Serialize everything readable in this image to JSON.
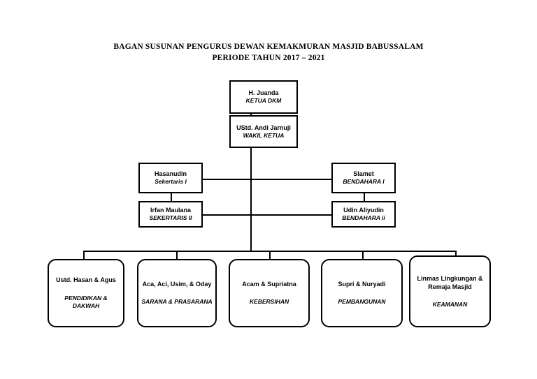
{
  "document": {
    "title_lines": [
      "BAGAN SUSUNAN PENGURUS DEWAN KEMAKMURAN MASJID BABUSSALAM",
      "PERIODE TAHUN 2017 – 2021"
    ]
  },
  "chart": {
    "type": "org-chart",
    "nodes": {
      "ketua": {
        "name": "H. Juanda",
        "role": "KETUA DKM"
      },
      "wakil_ketua": {
        "name": "UStd. Andi Jarnuji",
        "role": "WAKIL KETUA"
      },
      "sekertaris_1": {
        "name": "Hasanudin",
        "role": "Sekertaris I"
      },
      "sekertaris_2": {
        "name": "Irfan Maulana",
        "role": "SEKERTARIS II"
      },
      "bendahara_1": {
        "name": "Slamet",
        "role": "BENDAHARA I"
      },
      "bendahara_2": {
        "name": "Udin Aliyudin",
        "role": "BENDAHARA ii"
      }
    },
    "divisions": [
      {
        "name": "Ustd. Hasan & Agus",
        "role_line1": "PENDIDIKAN &",
        "role_line2": "DAKWAH"
      },
      {
        "name": "Aca, Aci, Usim, & Oday",
        "role_line1": "SARANA & PRASARANA",
        "role_line2": ""
      },
      {
        "name": "Acam & Supriatna",
        "role_line1": "KEBERSIHAN",
        "role_line2": ""
      },
      {
        "name": "Supri & Nuryadi",
        "role_line1": "PEMBANGUNAN",
        "role_line2": ""
      },
      {
        "name": "Linmas Lingkungan & Remaja Masjid",
        "role_line1": "KEAMANAN",
        "role_line2": ""
      }
    ]
  },
  "colors": {
    "stroke": "#000000",
    "background": "#ffffff",
    "text": "#000000"
  }
}
